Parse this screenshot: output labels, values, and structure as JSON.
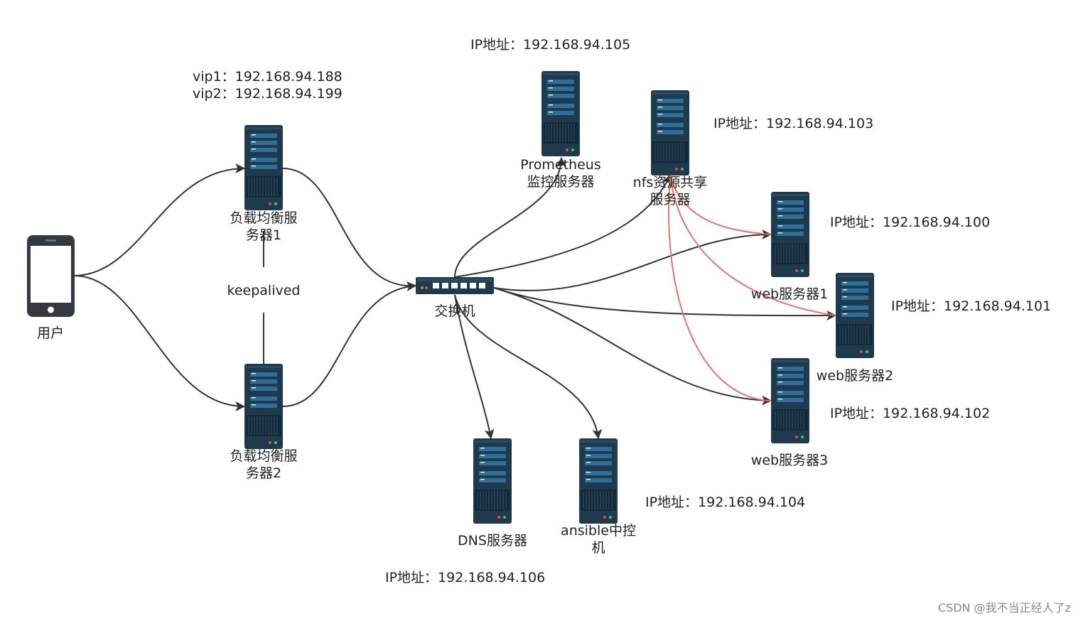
{
  "nodes": {
    "user": {
      "label": "用户",
      "icon": "smartphone-icon"
    },
    "lb1": {
      "label_line1": "负载均衡服",
      "label_line2": "务器1",
      "icon": "server-icon"
    },
    "lb2": {
      "label_line1": "负载均衡服",
      "label_line2": "务器2",
      "icon": "server-icon"
    },
    "keepalived": {
      "label": "keepalived"
    },
    "switch": {
      "label": "交换机",
      "icon": "network-switch-icon"
    },
    "prometheus": {
      "label_line1": "Prometheus",
      "label_line2": "监控服务器",
      "ip": "IP地址：192.168.94.105",
      "icon": "server-icon"
    },
    "nfs": {
      "label_line1": "nfs资源共享",
      "label_line2": "服务器",
      "ip": "IP地址：192.168.94.103",
      "icon": "server-icon"
    },
    "web1": {
      "label": "web服务器1",
      "ip": "IP地址：192.168.94.100",
      "icon": "server-icon"
    },
    "web2": {
      "label": "web服务器2",
      "ip": "IP地址：192.168.94.101",
      "icon": "server-icon"
    },
    "web3": {
      "label": "web服务器3",
      "ip": "IP地址：192.168.94.102",
      "icon": "server-icon"
    },
    "dns": {
      "label": "DNS服务器",
      "ip": "IP地址：192.168.94.106",
      "icon": "server-icon"
    },
    "ansible": {
      "label_line1": "ansible中控",
      "label_line2": "机",
      "ip": "IP地址：192.168.94.104",
      "icon": "server-icon"
    }
  },
  "vip": {
    "line1": "vip1：192.168.94.188",
    "line2": "vip2：192.168.94.199"
  },
  "watermark": "CSDN @我不当正经人了z",
  "colors": {
    "edge": "#333333",
    "nfs_edge": "#e8736d",
    "server_body": "#1f3a4d",
    "server_panel": "#2e6e99",
    "switch_body": "#1f3a4d"
  }
}
